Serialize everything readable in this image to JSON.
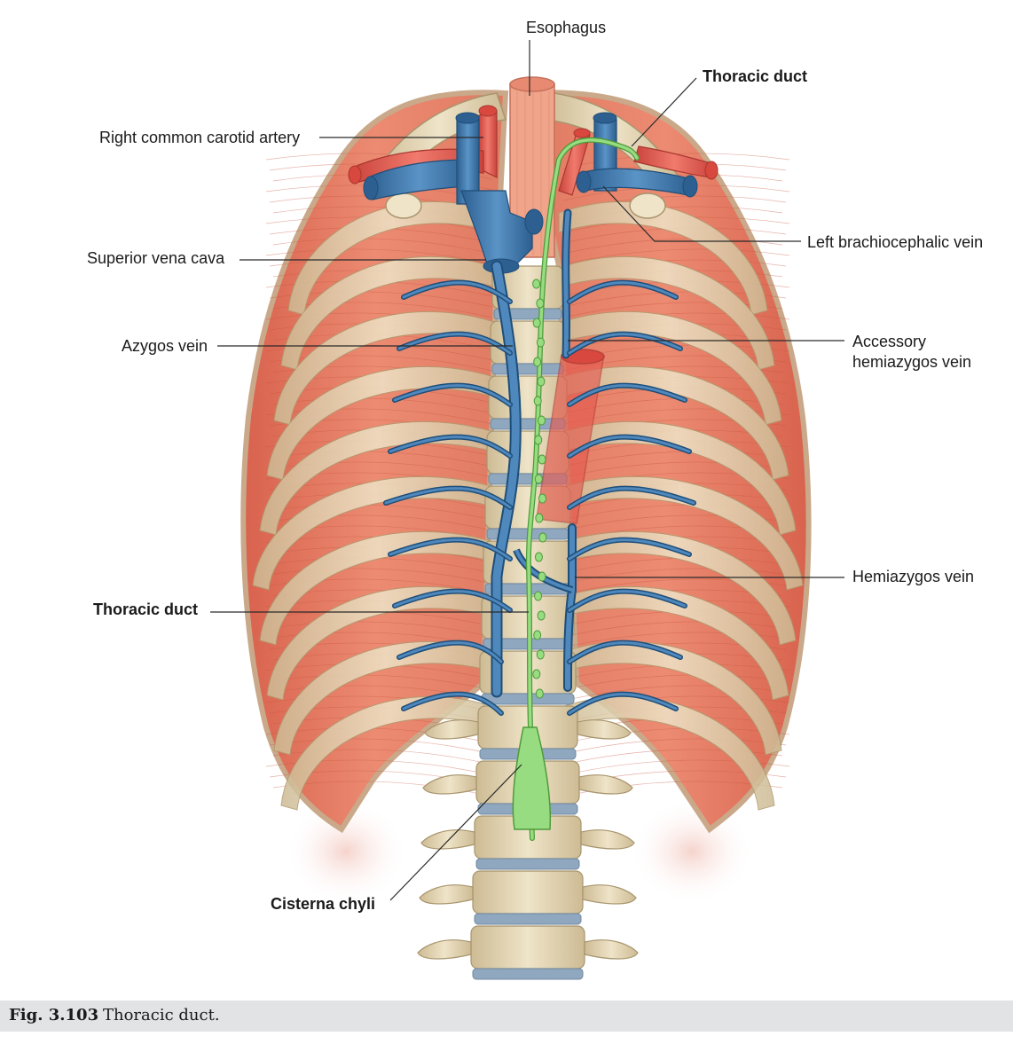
{
  "labels": {
    "esophagus": "Esophagus",
    "thoracic_duct_top": "Thoracic duct",
    "right_common_carotid": "Right common carotid artery",
    "left_brachiocephalic": "Left brachiocephalic vein",
    "superior_vena_cava": "Superior vena cava",
    "azygos_vein": "Azygos vein",
    "accessory_hemiazygos_1": "Accessory",
    "accessory_hemiazygos_2": "hemiazygos vein",
    "hemiazygos_vein": "Hemiazygos vein",
    "thoracic_duct_left": "Thoracic duct",
    "cisterna_chyli": "Cisterna chyli"
  },
  "caption": {
    "number": "Fig. 3.103",
    "text": "Thoracic duct."
  },
  "colors": {
    "muscle": "#e8826b",
    "muscle_dark": "#d56550",
    "bone": "#e6d8b8",
    "bone_shadow": "#c9b58c",
    "vein": "#3f78ad",
    "vein_dark": "#1f4e78",
    "artery": "#e55a50",
    "duct": "#8fd67a",
    "esophagus": "#f0a58a"
  }
}
